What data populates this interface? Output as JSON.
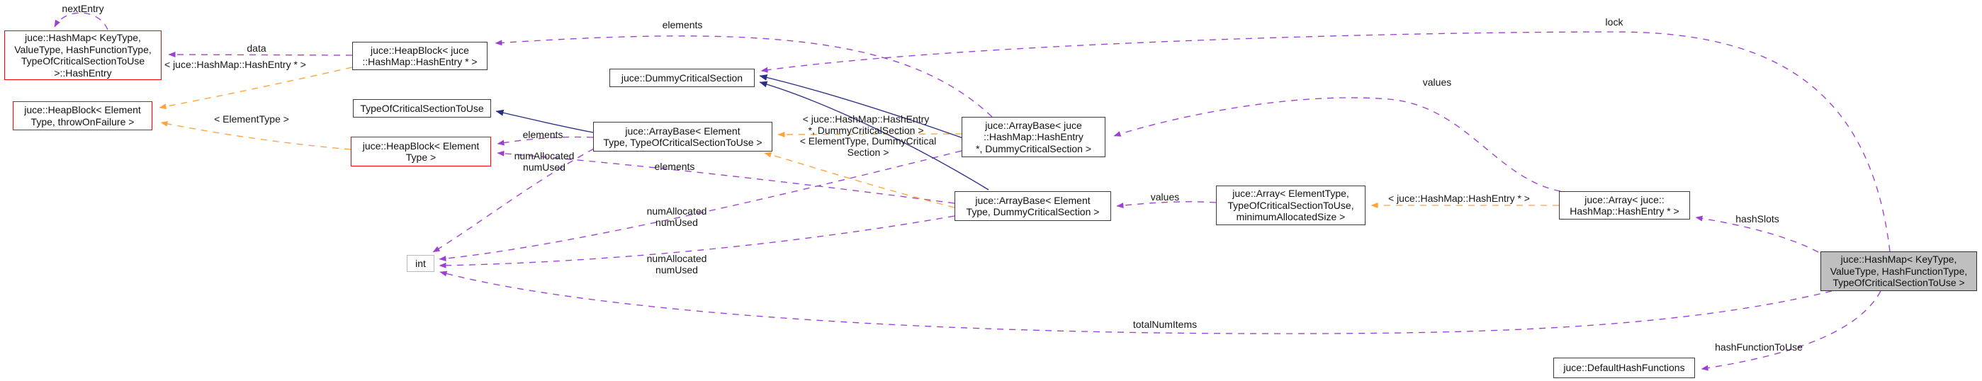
{
  "diagram_type": "doxygen-collaboration-graph",
  "colors": {
    "member_edge": "#9d3fd3",
    "template_edge": "#ffa339",
    "inheritance_edge": "#2a2d85",
    "undocumented_node_border": "#ff0000",
    "node_border": "#3a3a3a",
    "current_node_fill": "#bfbfbf",
    "background": "#ffffff"
  },
  "nodes": {
    "hashentry": {
      "label": "juce::HashMap< KeyType,\nValueType, HashFunctionType,\nTypeOfCriticalSectionToUse\n>::HashEntry"
    },
    "hb_generic": {
      "label": "juce::HeapBlock< Element\nType, throwOnFailure >"
    },
    "hb_hashentry": {
      "label": "juce::HeapBlock< juce\n::HashMap::HashEntry * >"
    },
    "typeofcs": {
      "label": "TypeOfCriticalSectionToUse"
    },
    "hb_elementtype": {
      "label": "juce::HeapBlock< Element\nType >"
    },
    "dummycs": {
      "label": "juce::DummyCriticalSection"
    },
    "ab_generic": {
      "label": "juce::ArrayBase< Element\nType, TypeOfCriticalSectionToUse >"
    },
    "ab_hashentry": {
      "label": "juce::ArrayBase< juce\n::HashMap::HashEntry\n*, DummyCriticalSection >"
    },
    "ab_elementtype": {
      "label": "juce::ArrayBase< Element\nType, DummyCriticalSection >"
    },
    "arr_generic": {
      "label": "juce::Array< ElementType,\nTypeOfCriticalSectionToUse,\nminimumAllocatedSize >"
    },
    "arr_hashentry": {
      "label": "juce::Array< juce::\nHashMap::HashEntry * >"
    },
    "int_type": {
      "label": "int"
    },
    "hashmap_main": {
      "label": "juce::HashMap< KeyType,\nValueType, HashFunctionType,\nTypeOfCriticalSectionToUse >"
    },
    "defaulthash": {
      "label": "juce::DefaultHashFunctions"
    }
  },
  "labels": {
    "nextEntry": "nextEntry",
    "data": "data",
    "elements": "elements",
    "numAllocatedNumUsed": "numAllocated\nnumUsed",
    "values": "values",
    "lock": "lock",
    "hashSlots": "hashSlots",
    "totalNumItems": "totalNumItems",
    "hashFunctionToUse": "hashFunctionToUse",
    "tmpl_hashentry_ptr": "< juce::HashMap::HashEntry * >",
    "tmpl_elementtype": "< ElementType >",
    "tmpl_ab_hashentry": "< juce::HashMap::HashEntry\n*, DummyCriticalSection >",
    "tmpl_ab_elementtype": "< ElementType, DummyCritical\nSection >"
  },
  "edges": [
    {
      "from": "hashentry",
      "to": "hashentry",
      "label": "nextEntry",
      "type": "member"
    },
    {
      "from": "hb_hashentry",
      "to": "hashentry",
      "label": "data",
      "type": "member"
    },
    {
      "from": "ab_hashentry",
      "to": "hb_hashentry",
      "label": "elements",
      "type": "member"
    },
    {
      "from": "ab_generic",
      "to": "hb_elementtype",
      "label": "elements",
      "type": "member"
    },
    {
      "from": "ab_elementtype",
      "to": "hb_elementtype",
      "label": "elements",
      "type": "member"
    },
    {
      "from": "ab_generic",
      "to": "int_type",
      "label": "numAllocated numUsed",
      "type": "member"
    },
    {
      "from": "ab_hashentry",
      "to": "int_type",
      "label": "numAllocated numUsed",
      "type": "member"
    },
    {
      "from": "ab_elementtype",
      "to": "int_type",
      "label": "numAllocated numUsed",
      "type": "member"
    },
    {
      "from": "arr_hashentry",
      "to": "ab_hashentry",
      "label": "values",
      "type": "member"
    },
    {
      "from": "arr_generic",
      "to": "ab_elementtype",
      "label": "values",
      "type": "member"
    },
    {
      "from": "hashmap_main",
      "to": "arr_hashentry",
      "label": "hashSlots",
      "type": "member"
    },
    {
      "from": "hashmap_main",
      "to": "int_type",
      "label": "totalNumItems",
      "type": "member"
    },
    {
      "from": "hashmap_main",
      "to": "dummycs",
      "label": "lock",
      "type": "member"
    },
    {
      "from": "hashmap_main",
      "to": "defaulthash",
      "label": "hashFunctionToUse",
      "type": "member"
    },
    {
      "from": "hb_hashentry",
      "to": "hb_generic",
      "label": "< juce::HashMap::HashEntry * >",
      "type": "template-instance"
    },
    {
      "from": "hb_elementtype",
      "to": "hb_generic",
      "label": "< ElementType >",
      "type": "template-instance"
    },
    {
      "from": "ab_hashentry",
      "to": "ab_generic",
      "label": "< juce::HashMap::HashEntry *, DummyCriticalSection >",
      "type": "template-instance"
    },
    {
      "from": "ab_elementtype",
      "to": "ab_generic",
      "label": "< ElementType, DummyCriticalSection >",
      "type": "template-instance"
    },
    {
      "from": "arr_hashentry",
      "to": "arr_generic",
      "label": "< juce::HashMap::HashEntry * >",
      "type": "template-instance"
    },
    {
      "from": "ab_generic",
      "to": "typeofcs",
      "type": "inheritance"
    },
    {
      "from": "ab_hashentry",
      "to": "dummycs",
      "type": "inheritance"
    },
    {
      "from": "ab_elementtype",
      "to": "dummycs",
      "type": "inheritance"
    }
  ]
}
